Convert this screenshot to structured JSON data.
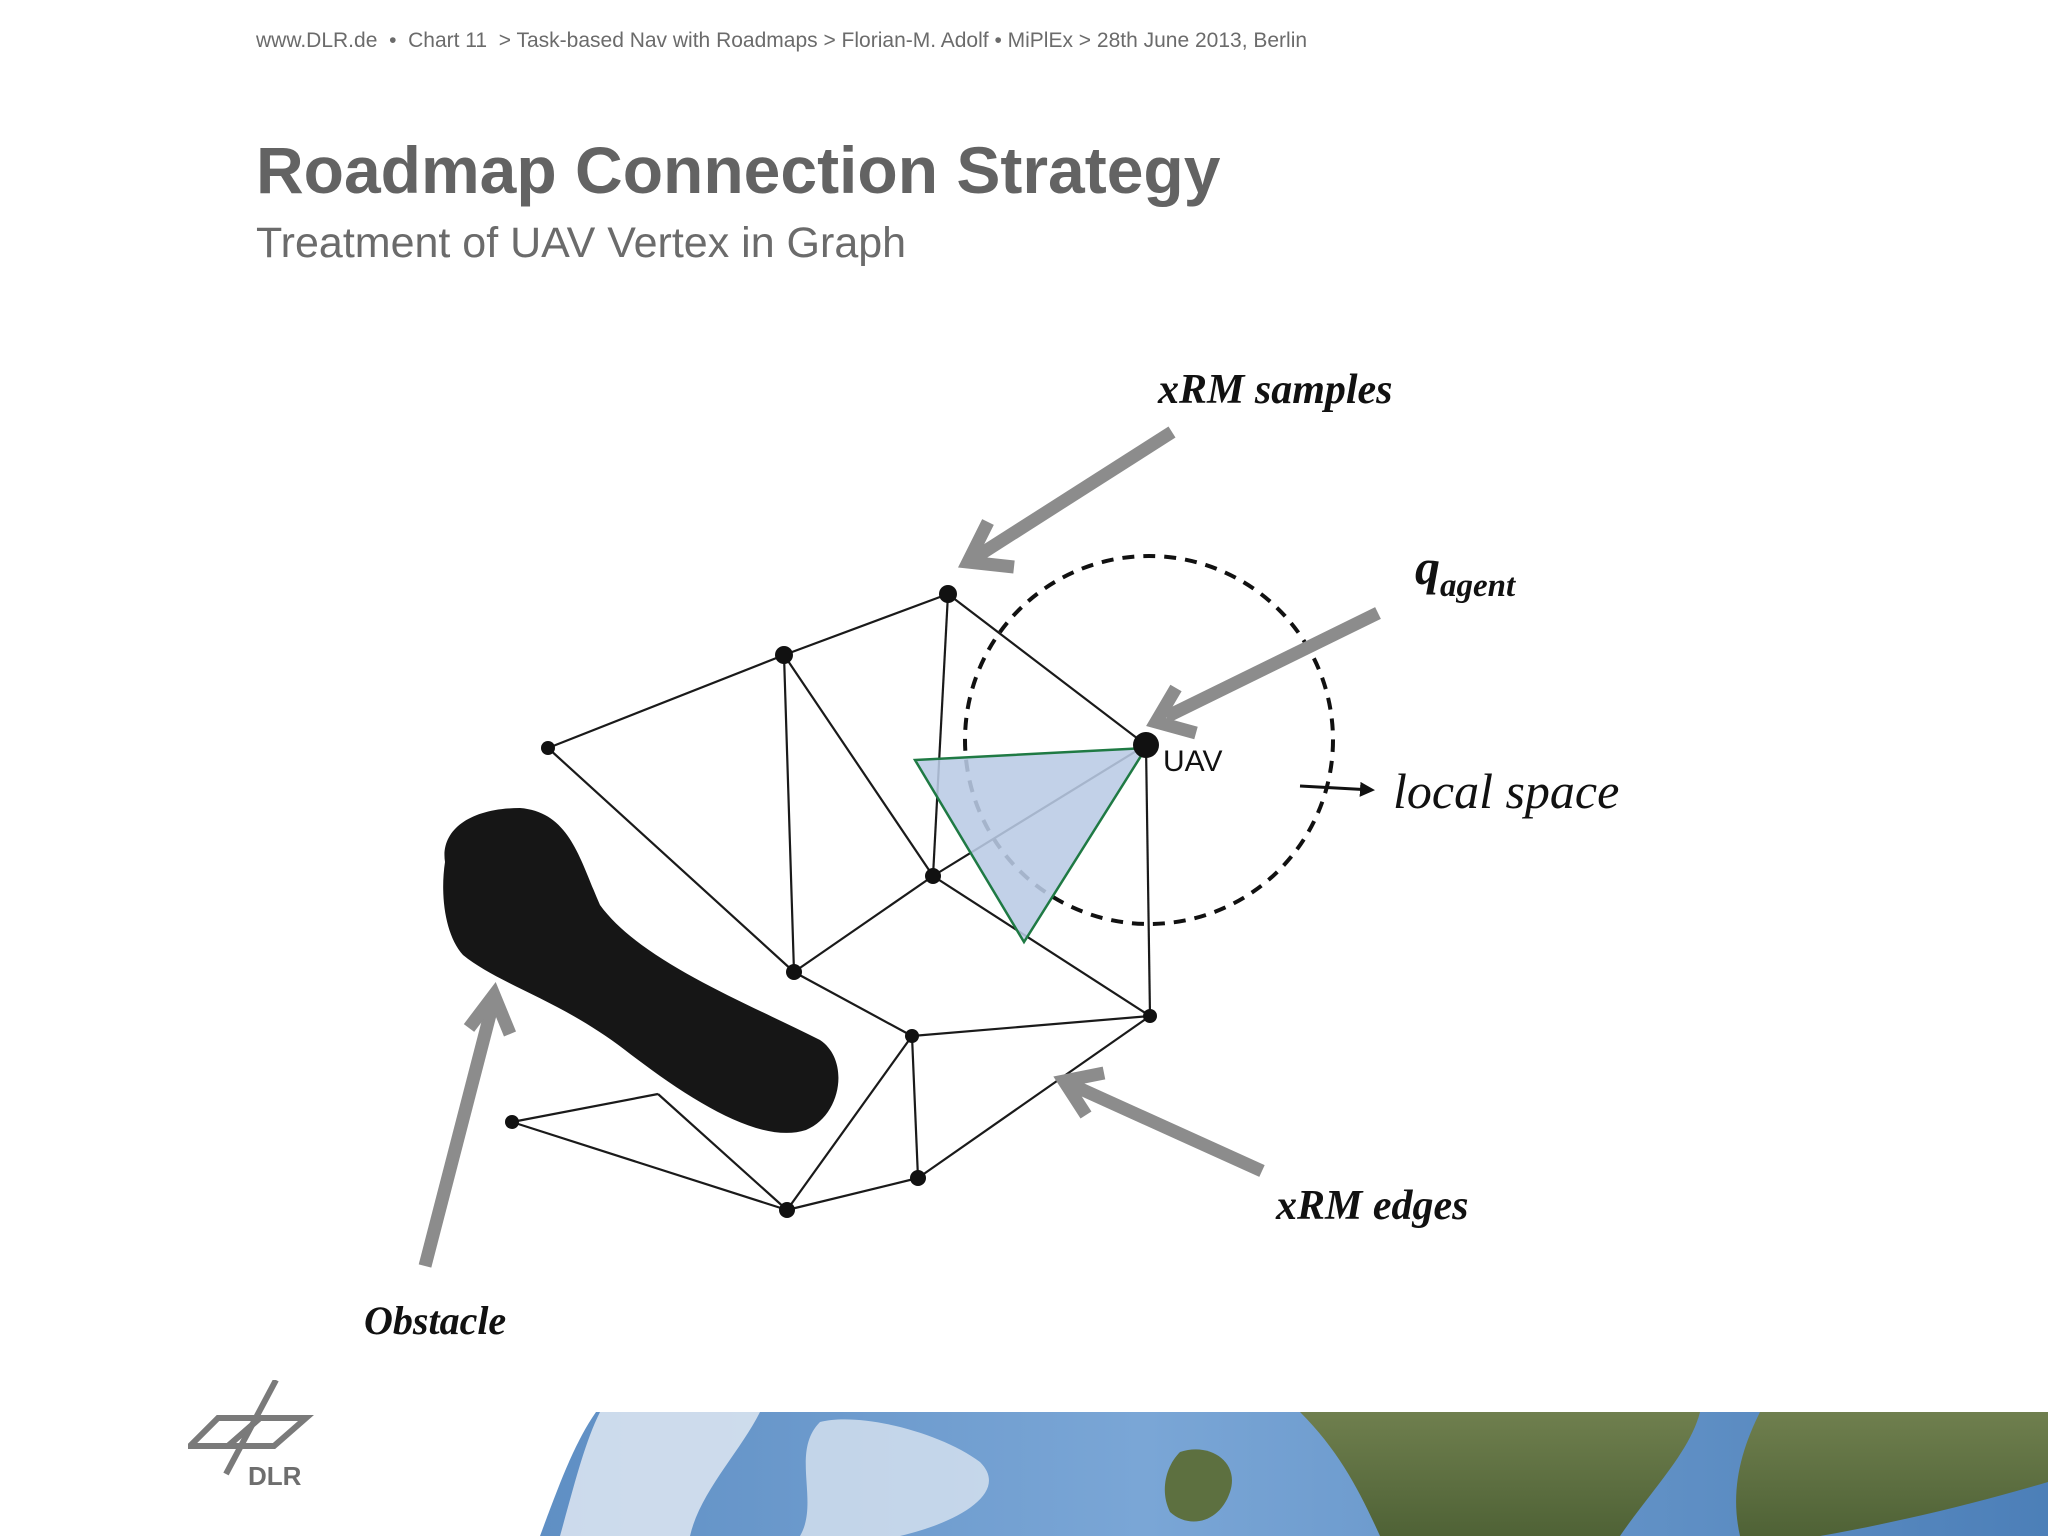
{
  "header": {
    "site": "www.DLR.de",
    "sep": "•",
    "chart": "Chart 11",
    "crumb": "> Task-based Nav with Roadmaps > Florian-M. Adolf • MiPlEx > 28th June 2013, Berlin"
  },
  "title": "Roadmap Connection Strategy",
  "subtitle": "Treatment of UAV Vertex in Graph",
  "diagram": {
    "labels": {
      "xrm_samples": "xRM samples",
      "q_main": "q",
      "q_sub": "agent",
      "local_space": "local space",
      "uav": "UAV",
      "xrm_edges": "xRM edges",
      "obstacle": "Obstacle"
    },
    "colors": {
      "arrow": "#8c8c8c",
      "triangle_fill": "#b9cbe5",
      "triangle_stroke": "#1f7a44",
      "node": "#111111"
    }
  },
  "logo": {
    "text": "DLR"
  }
}
